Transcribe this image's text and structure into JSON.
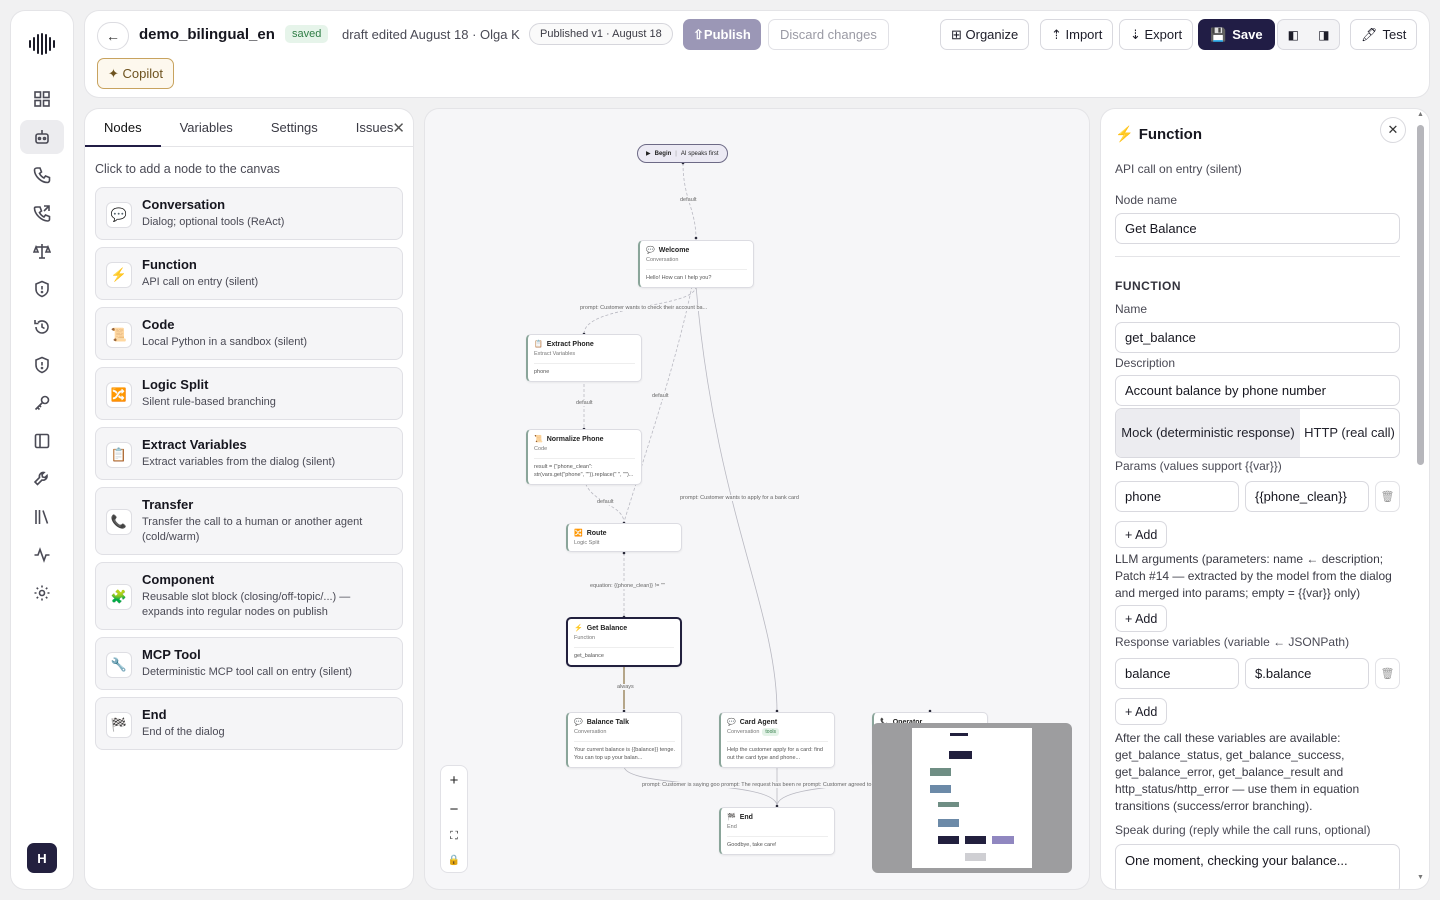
{
  "header": {
    "agent_name": "demo_bilingual_en",
    "saved_badge": "saved",
    "draft_info": "draft edited August 18 · Olga K",
    "published_pill": "Published v1 · August 18",
    "publish_label": "⇧Publish",
    "discard_label": "Discard changes",
    "organize_label": "⊞ Organize",
    "import_label": "⇡ Import",
    "export_label": "⇣ Export",
    "save_label": "Save",
    "test_label": "Test",
    "copilot_label": "✦ Copilot",
    "back_symbol": "←"
  },
  "rail": {
    "avatar_letter": "H",
    "items": [
      "grid-icon",
      "bot-icon",
      "phone-icon",
      "phone-out-icon",
      "scale-icon",
      "shield-icon",
      "history-icon",
      "shield-check-icon",
      "key-icon",
      "panel-icon",
      "wrench-icon",
      "library-icon",
      "activity-icon",
      "settings-icon"
    ],
    "active_index": 1
  },
  "left_panel": {
    "tabs": [
      "Nodes",
      "Variables",
      "Settings",
      "Issues"
    ],
    "active_tab": "Nodes",
    "hint": "Click to add a node to the canvas",
    "nodes": [
      {
        "title": "Conversation",
        "desc": "Dialog; optional tools (ReAct)",
        "icon": "💬"
      },
      {
        "title": "Function",
        "desc": "API call on entry (silent)",
        "icon": "⚡"
      },
      {
        "title": "Code",
        "desc": "Local Python in a sandbox (silent)",
        "icon": "📜"
      },
      {
        "title": "Logic Split",
        "desc": "Silent rule-based branching",
        "icon": "🔀"
      },
      {
        "title": "Extract Variables",
        "desc": "Extract variables from the dialog (silent)",
        "icon": "📋"
      },
      {
        "title": "Transfer",
        "desc": "Transfer the call to a human or another agent (cold/warm)",
        "icon": "📞"
      },
      {
        "title": "Component",
        "desc": "Reusable slot block (closing/off-topic/...) — expands into regular nodes on publish",
        "icon": "🧩"
      },
      {
        "title": "MCP Tool",
        "desc": "Deterministic MCP tool call on entry (silent)",
        "icon": "🔧"
      },
      {
        "title": "End",
        "desc": "End of the dialog",
        "icon": "🏁"
      }
    ]
  },
  "canvas": {
    "begin": {
      "label": "Begin",
      "note": "AI speaks first"
    },
    "nodes": {
      "welcome": {
        "title": "Welcome",
        "kind": "Conversation",
        "body": "Hello! How can I help you?"
      },
      "extract": {
        "title": "Extract Phone",
        "kind": "Extract Variables",
        "body": "phone"
      },
      "normalize": {
        "title": "Normalize Phone",
        "kind": "Code",
        "body": "result = {\"phone_clean\": str(vars.get(\"phone\", \"\")).replace(\" \", \"\")..."
      },
      "route": {
        "title": "Route",
        "kind": "Logic Split",
        "body": ""
      },
      "balance": {
        "title": "Get Balance",
        "kind": "Function",
        "body": "get_balance"
      },
      "balance_talk": {
        "title": "Balance Talk",
        "kind": "Conversation",
        "body": "Your current balance is {{balance}} tenge. You can top up your balan..."
      },
      "card_agent": {
        "title": "Card Agent",
        "kind": "Conversation",
        "badge": "tools",
        "body": "Help the customer apply for a card: find out the card type and phone..."
      },
      "operator": {
        "title": "Operator",
        "kind": "",
        "body": ""
      },
      "end": {
        "title": "End",
        "kind": "End",
        "body": "Goodbye, take care!"
      }
    },
    "edge_labels": {
      "begin_default": "default",
      "welcome_prompt_balance": "prompt: Customer wants to check their account ba...",
      "extract_default": "default",
      "welcome_default": "default",
      "normalize_default": "default",
      "card_prompt": "prompt: Customer wants to apply for a bank card",
      "route_equation": "equation: {{phone_clean}} != \"\"",
      "balance_always": "always",
      "bottom_prompts": "prompt: Customer is saying goo prompt: The request has been re prompt: Customer agreed to assi"
    },
    "zoom_controls": {
      "plus": "+",
      "minus": "−",
      "fit": "⛶",
      "lock": "🔒"
    }
  },
  "right_panel": {
    "title": "Function",
    "subtitle": "API call on entry (silent)",
    "node_name_label": "Node name",
    "node_name_value": "Get Balance",
    "section_function": "FUNCTION",
    "name_label": "Name",
    "name_value": "get_balance",
    "description_label": "Description",
    "description_value": "Account balance by phone number",
    "mode_mock": "Mock (deterministic response)",
    "mode_http": "HTTP (real call)",
    "params_label": "Params (values support {{var}})",
    "param_key": "phone",
    "param_value": "{{phone_clean}}",
    "add_label": "+ Add",
    "llm_args_text": "LLM arguments (parameters: name ← description; Patch #14 — extracted by the model from the dialog and merged into params; empty = {{var}} only)",
    "response_vars_label": "Response variables (variable ← JSONPath)",
    "resp_key": "balance",
    "resp_value": "$.balance",
    "after_call_text": "After the call these variables are available: get_balance_status, get_balance_success, get_balance_error, get_balance_result and http_status/http_error — use them in equation transitions (success/error branching).",
    "speak_label": "Speak during (reply while the call runs, optional)",
    "speak_value": "One moment, checking your balance..."
  }
}
